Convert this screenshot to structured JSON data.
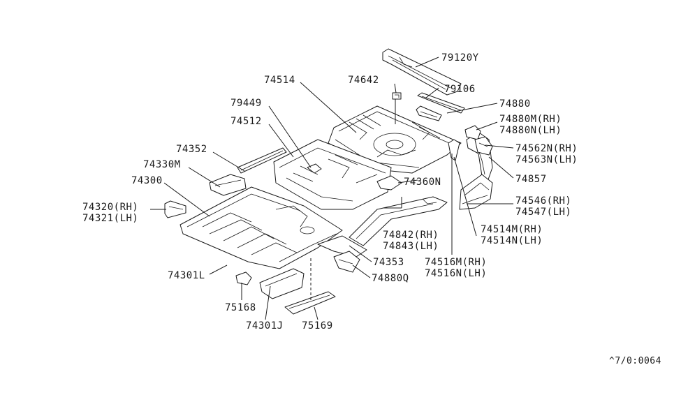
{
  "labels": {
    "l79120y": "79120Y",
    "l74642": "74642",
    "l79106": "79106",
    "l74514": "74514",
    "l74880": "74880",
    "l74880m": "74880M(RH)",
    "l74880n": "74880N(LH)",
    "l79449": "79449",
    "l74512": "74512",
    "l74562n": "74562N(RH)",
    "l74563n": "74563N(LH)",
    "l74352": "74352",
    "l74330m": "74330M",
    "l74857": "74857",
    "l74300": "74300",
    "l74360n": "74360N",
    "l74546": "74546(RH)",
    "l74547": "74547(LH)",
    "l74320": "74320(RH)",
    "l74321": "74321(LH)",
    "l74842": "74842(RH)",
    "l74843": "74843(LH)",
    "l74514m": "74514M(RH)",
    "l74514n": "74514N(LH)",
    "l74353": "74353",
    "l74516m": "74516M(RH)",
    "l74516n": "74516N(LH)",
    "l74301l": "74301L",
    "l74880q": "74880Q",
    "l75168": "75168",
    "l74301j": "74301J",
    "l75169": "75169",
    "ref_code": "^7/0:0064"
  }
}
